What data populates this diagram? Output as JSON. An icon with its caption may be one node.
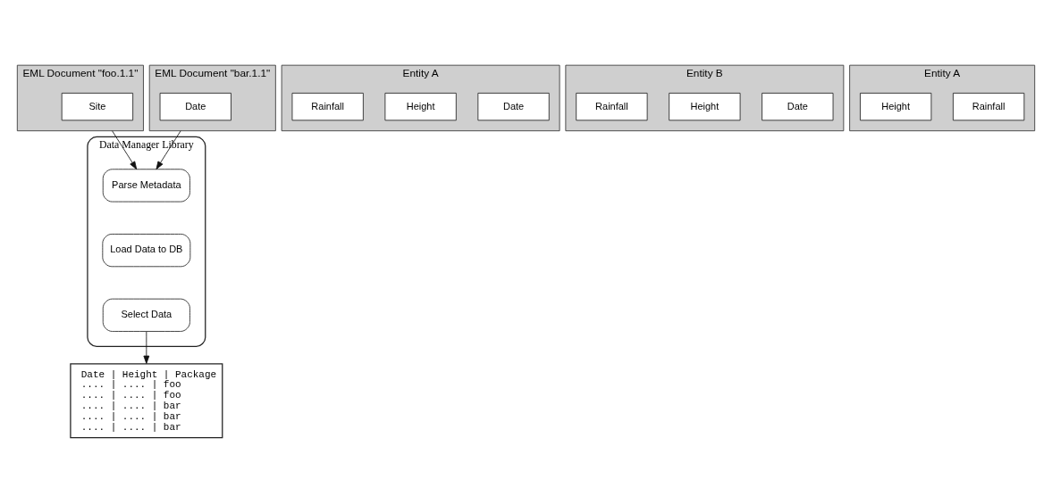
{
  "diagram": {
    "nodes": [
      {
        "text": [
          "EML Document \"foo.1.1\""
        ]
      },
      {
        "text": [
          "Site"
        ],
        "in": 0
      },
      {
        "text": [
          "Entity A"
        ]
      },
      {
        "text": [
          "Date"
        ],
        "in": 2
      },
      {
        "text": [
          "Height"
        ],
        "in": 2
      },
      {
        "text": [
          "Rainfall"
        ],
        "in": 2
      },
      {
        "text": [
          "Entity B"
        ]
      },
      {
        "text": [
          "Date"
        ],
        "in": 6
      },
      {
        "text": [
          "Height"
        ],
        "in": 6
      },
      {
        "text": [
          "Rainfall"
        ],
        "in": 6
      },
      {
        "text": [
          "Data Manager Library"
        ]
      },
      {
        "text": [
          "Parse Metadata"
        ],
        "in": 10
      },
      {
        "text": [
          "Load Data to DB"
        ],
        "in": 10
      },
      {
        "text": [
          "Select Data"
        ],
        "in": 10
      },
      {
        "text": [
          "EML Document \"bar.1.1\""
        ]
      },
      {
        "text": [
          "Date"
        ],
        "in": 14
      },
      {
        "text": [
          "Entity A"
        ]
      },
      {
        "text": [
          "Rainfall"
        ],
        "in": 16
      },
      {
        "text": [
          "Height"
        ],
        "in": 16
      },
      {
        "text": [
          "Date | Height | Package",
          ".... | .... | foo",
          ".... | .... | foo",
          ".... | .... | bar",
          ".... | .... | bar",
          ".... | .... | bar"
        ]
      }
    ],
    "edges": [
      {
        "from": 0,
        "to": 11,
        "arrow": "to"
      },
      {
        "from": 14,
        "to": 11,
        "arrow": "to"
      },
      {
        "from": 13,
        "to": 19,
        "arrow": "to"
      }
    ]
  }
}
